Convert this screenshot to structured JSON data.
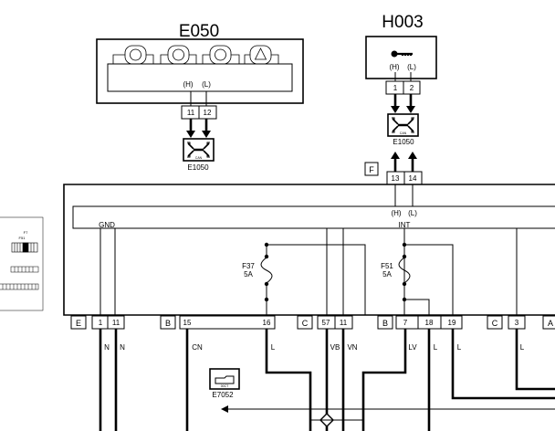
{
  "components": {
    "e050": {
      "code": "E050",
      "pin_h": "(H)",
      "pin_l": "(L)",
      "pins": [
        "11",
        "12"
      ]
    },
    "h003": {
      "code": "H003",
      "pin_h": "(H)",
      "pin_l": "(L)",
      "pins": [
        "1",
        "2"
      ]
    },
    "can_left": {
      "code": "E1050",
      "label": "CAN"
    },
    "can_right": {
      "code": "E1050",
      "label": "CAN"
    },
    "e7052": {
      "code": "E7052",
      "label": "00CT"
    }
  },
  "main_unit": {
    "connector_f": "F",
    "connector_f_pins": [
      "13",
      "14"
    ],
    "pin_h": "(H)",
    "pin_l": "(L)",
    "gnd_label": "GND",
    "int_label": "INT"
  },
  "fuses": [
    {
      "code": "F37",
      "rating": "5A"
    },
    {
      "code": "F51",
      "rating": "5A"
    }
  ],
  "connectors": [
    {
      "letter": "E",
      "pins": [
        "1",
        "11"
      ]
    },
    {
      "letter": "B",
      "pins": [
        "15",
        "16"
      ]
    },
    {
      "letter": "C",
      "pins": [
        "57",
        "11"
      ]
    },
    {
      "letter": "B",
      "pins": [
        "7",
        "18",
        "19"
      ]
    },
    {
      "letter": "C",
      "pins": [
        "3"
      ]
    },
    {
      "letter": "A",
      "pins": []
    }
  ],
  "wire_colors": [
    "N",
    "N",
    "CN",
    "L",
    "VB",
    "VN",
    "LV",
    "L",
    "L",
    "L"
  ],
  "locator": {
    "mark_top": "F7",
    "mark_sub": "F51"
  },
  "colors": {
    "line": "#000000",
    "background": "#ffffff"
  }
}
